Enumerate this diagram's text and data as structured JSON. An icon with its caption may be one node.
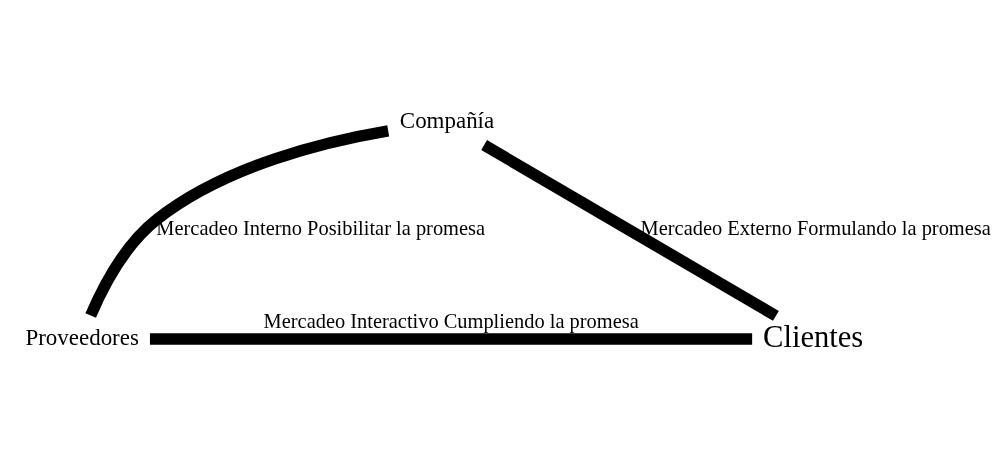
{
  "diagram": {
    "nodes": [
      {
        "text": [
          "Compañía"
        ]
      },
      {
        "text": [
          "Proveedores"
        ]
      },
      {
        "text": [
          "Clientes"
        ]
      }
    ],
    "edges": [
      {
        "from": 0,
        "to": 1,
        "arrow": "none",
        "label": "Mercadeo Interno Posibilitar la promesa"
      },
      {
        "from": 0,
        "to": 2,
        "arrow": "none",
        "label": "Mercadeo Externo Formulando la promesa"
      },
      {
        "from": 1,
        "to": 2,
        "arrow": "none",
        "label": "Mercadeo Interactivo Cumpliendo la promesa"
      }
    ]
  }
}
